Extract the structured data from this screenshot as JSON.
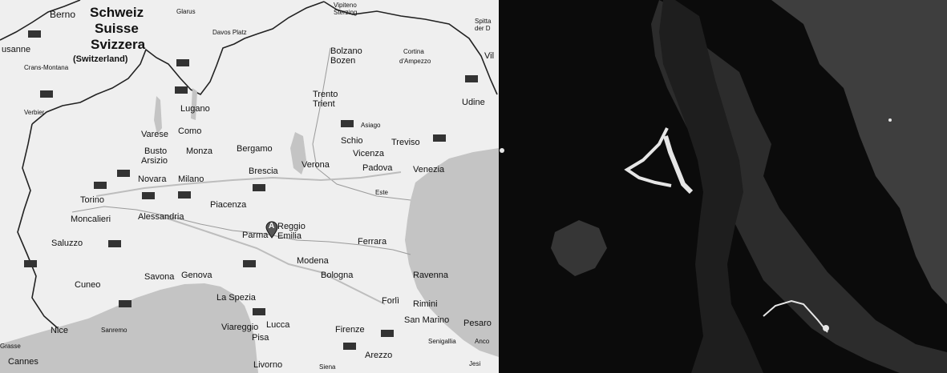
{
  "map": {
    "country": {
      "l1": "Schweiz",
      "l2": "Suisse",
      "l3": "Svizzera",
      "l4": "(Switzerland)"
    },
    "places": [
      {
        "name": "Berno",
        "cls": "city"
      },
      {
        "name": "Glarus",
        "cls": "small"
      },
      {
        "name": "Vipiteno",
        "cls": "small"
      },
      {
        "name": "Sterzing",
        "cls": "small"
      },
      {
        "name": "Spitta",
        "cls": "small"
      },
      {
        "name": "der D",
        "cls": "small"
      },
      {
        "name": "Davos Platz",
        "cls": "small"
      },
      {
        "name": "usanne",
        "cls": "city"
      },
      {
        "name": "Bolzano",
        "cls": "city"
      },
      {
        "name": "Bozen",
        "cls": "city"
      },
      {
        "name": "Cortina",
        "cls": "small"
      },
      {
        "name": "d'Ampezzo",
        "cls": "small"
      },
      {
        "name": "Vil",
        "cls": "city"
      },
      {
        "name": "Crans-Montana",
        "cls": "small"
      },
      {
        "name": "Trento",
        "cls": "city"
      },
      {
        "name": "Trient",
        "cls": "city"
      },
      {
        "name": "Udine",
        "cls": "city"
      },
      {
        "name": "Verbier",
        "cls": "small"
      },
      {
        "name": "Lugano",
        "cls": "city"
      },
      {
        "name": "Asiago",
        "cls": "small"
      },
      {
        "name": "Varese",
        "cls": "city"
      },
      {
        "name": "Como",
        "cls": "city"
      },
      {
        "name": "Schio",
        "cls": "city"
      },
      {
        "name": "Treviso",
        "cls": "city"
      },
      {
        "name": "Busto",
        "cls": "city"
      },
      {
        "name": "Arsizio",
        "cls": "city"
      },
      {
        "name": "Monza",
        "cls": "city"
      },
      {
        "name": "Bergamo",
        "cls": "city"
      },
      {
        "name": "Vicenza",
        "cls": "city"
      },
      {
        "name": "Brescia",
        "cls": "city"
      },
      {
        "name": "Verona",
        "cls": "city"
      },
      {
        "name": "Padova",
        "cls": "city"
      },
      {
        "name": "Venezia",
        "cls": "city"
      },
      {
        "name": "Novara",
        "cls": "city"
      },
      {
        "name": "Milano",
        "cls": "city"
      },
      {
        "name": "Torino",
        "cls": "city"
      },
      {
        "name": "Este",
        "cls": "small"
      },
      {
        "name": "Piacenza",
        "cls": "city"
      },
      {
        "name": "Moncalieri",
        "cls": "city"
      },
      {
        "name": "Alessandria",
        "cls": "city"
      },
      {
        "name": "Reggio",
        "cls": "city"
      },
      {
        "name": "Emilia",
        "cls": "city"
      },
      {
        "name": "Parma",
        "cls": "city"
      },
      {
        "name": "Ferrara",
        "cls": "city"
      },
      {
        "name": "Saluzzo",
        "cls": "city"
      },
      {
        "name": "Modena",
        "cls": "city"
      },
      {
        "name": "Cuneo",
        "cls": "city"
      },
      {
        "name": "Savona",
        "cls": "city"
      },
      {
        "name": "Genova",
        "cls": "city"
      },
      {
        "name": "Bologna",
        "cls": "city"
      },
      {
        "name": "Ravenna",
        "cls": "city"
      },
      {
        "name": "La Spezia",
        "cls": "city"
      },
      {
        "name": "Forlì",
        "cls": "city"
      },
      {
        "name": "Rimini",
        "cls": "city"
      },
      {
        "name": "Nice",
        "cls": "city"
      },
      {
        "name": "Sanremo",
        "cls": "small"
      },
      {
        "name": "Viareggio",
        "cls": "city"
      },
      {
        "name": "Lucca",
        "cls": "city"
      },
      {
        "name": "Firenze",
        "cls": "city"
      },
      {
        "name": "San Marino",
        "cls": "city"
      },
      {
        "name": "Pesaro",
        "cls": "city"
      },
      {
        "name": "Grasse",
        "cls": "small"
      },
      {
        "name": "Pisa",
        "cls": "city"
      },
      {
        "name": "Senigallia",
        "cls": "small"
      },
      {
        "name": "Anco",
        "cls": "small"
      },
      {
        "name": "Cannes",
        "cls": "city"
      },
      {
        "name": "Livorno",
        "cls": "city"
      },
      {
        "name": "Arezzo",
        "cls": "city"
      },
      {
        "name": "Siena",
        "cls": "small"
      },
      {
        "name": "Jesi",
        "cls": "small"
      }
    ],
    "marker_label": "A",
    "colors": {
      "sea": "#c4c4c4",
      "land": "#efefef",
      "border": "#222222",
      "river": "#9a9a9a"
    }
  },
  "satellite": {
    "colors": {
      "background": "#0b0b0b",
      "water": "#1e1e1e",
      "shore": "#e6e6e6",
      "relief": "#6a6a6a"
    }
  }
}
